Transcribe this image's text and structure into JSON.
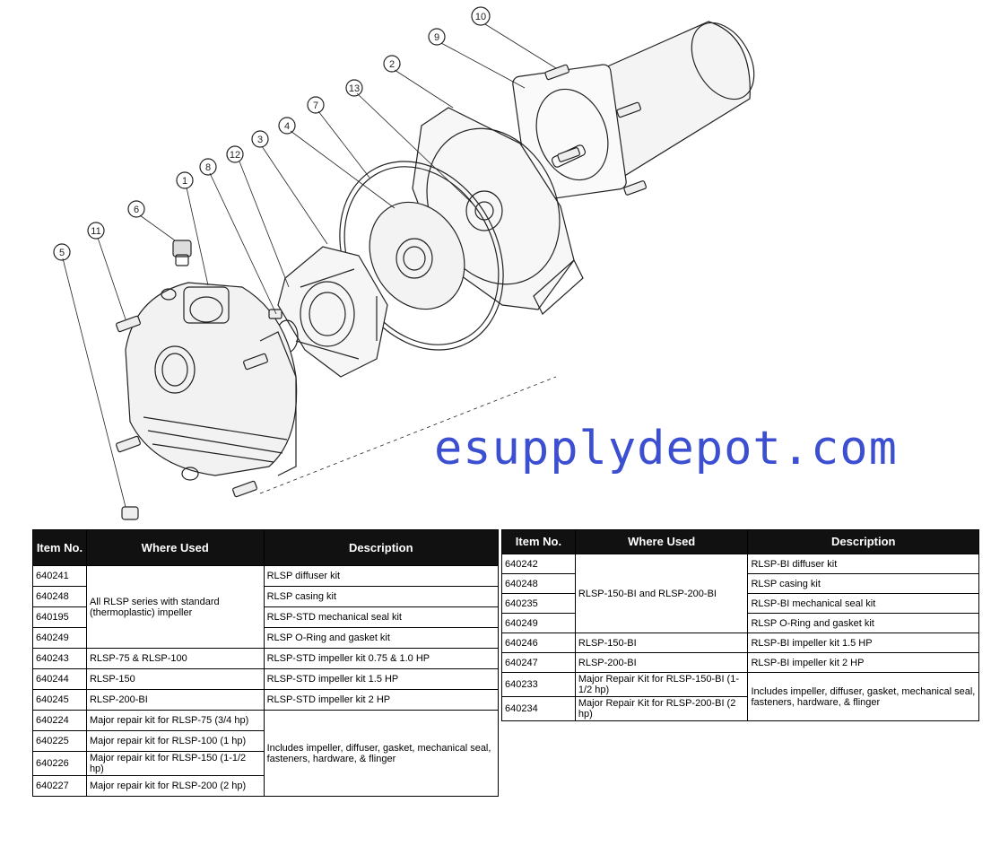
{
  "callouts": [
    "10",
    "9",
    "2",
    "13",
    "7",
    "4",
    "3",
    "12",
    "8",
    "1",
    "6",
    "11",
    "5"
  ],
  "watermark": "esupplydepot.com",
  "table_left": {
    "headers": [
      "Item No.",
      "Where Used",
      "Description"
    ],
    "rows": [
      {
        "item": "640241",
        "desc": "RLSP diffuser kit"
      },
      {
        "item": "640248",
        "desc": "RLSP casing kit"
      },
      {
        "item": "640195",
        "desc": "RLSP-STD mechanical seal kit"
      },
      {
        "item": "640249",
        "desc": "RLSP O-Ring and gasket kit"
      },
      {
        "item": "640243",
        "used": "RLSP-75 & RLSP-100",
        "desc": "RLSP-STD impeller kit 0.75 & 1.0 HP"
      },
      {
        "item": "640244",
        "used": "RLSP-150",
        "desc": "RLSP-STD impeller kit 1.5 HP"
      },
      {
        "item": "640245",
        "used": "RLSP-200-BI",
        "desc": "RLSP-STD impeller kit 2 HP"
      },
      {
        "item": "640224",
        "used": "Major repair kit for RLSP-75 (3/4 hp)"
      },
      {
        "item": "640225",
        "used": "Major repair kit for RLSP-100 (1 hp)"
      },
      {
        "item": "640226",
        "used": "Major repair kit for RLSP-150 (1-1/2 hp)"
      },
      {
        "item": "640227",
        "used": "Major repair kit for RLSP-200 (2 hp)"
      }
    ],
    "group_used": "All RLSP series with standard (thermoplastic) impeller",
    "group_desc": "Includes impeller, diffuser, gasket, mechanical seal, fasteners, hardware, & flinger"
  },
  "table_right": {
    "headers": [
      "Item No.",
      "Where Used",
      "Description"
    ],
    "rows": [
      {
        "item": "640242",
        "desc": "RLSP-BI diffuser kit"
      },
      {
        "item": "640248",
        "desc": "RLSP casing kit"
      },
      {
        "item": "640235",
        "desc": "RLSP-BI mechanical seal kit"
      },
      {
        "item": "640249",
        "desc": "RLSP O-Ring and gasket kit"
      },
      {
        "item": "640246",
        "used": "RLSP-150-BI",
        "desc": "RLSP-BI impeller kit 1.5 HP"
      },
      {
        "item": "640247",
        "used": "RLSP-200-BI",
        "desc": "RLSP-BI impeller kit 2 HP"
      },
      {
        "item": "640233",
        "used": "Major Repair Kit for RLSP-150-BI (1-1/2 hp)"
      },
      {
        "item": "640234",
        "used": "Major Repair Kit for RLSP-200-BI (2 hp)"
      }
    ],
    "group_used": "RLSP-150-BI and RLSP-200-BI",
    "group_desc": "Includes impeller, diffuser, gasket, mechanical seal, fasteners, hardware, & flinger"
  }
}
